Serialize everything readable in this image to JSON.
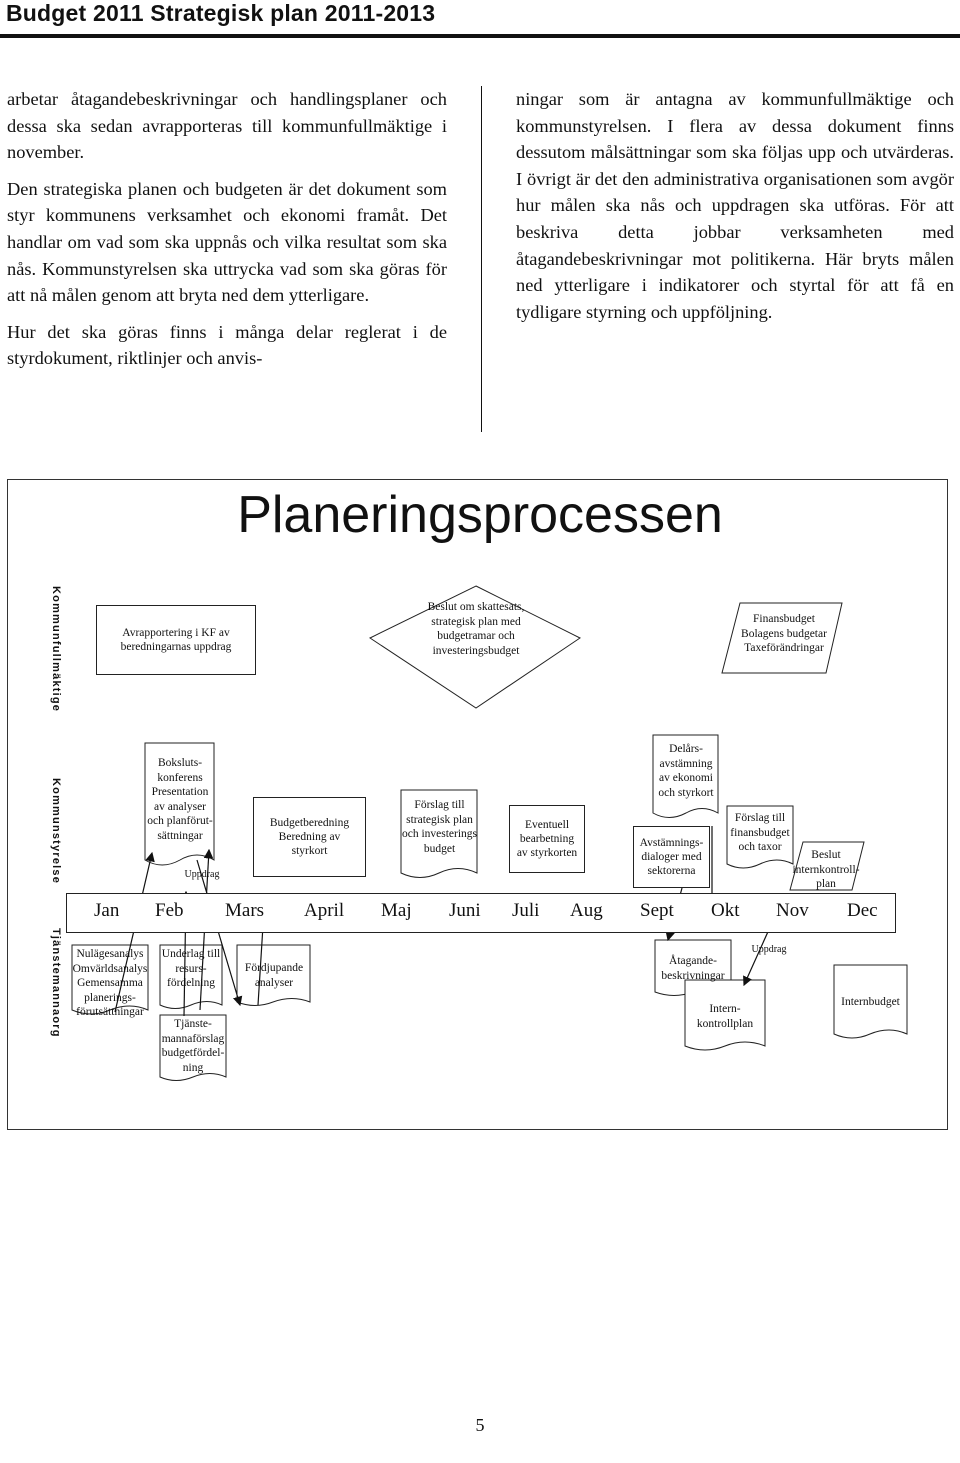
{
  "header": {
    "title": "Budget 2011 Strategisk plan 2011-2013"
  },
  "body_text": {
    "left_p1": "arbetar åtagandebeskrivningar och handlingsplaner och dessa ska sedan avrapporteras till kommunfullmäktige i november.",
    "left_p2": "Den strategiska planen och budgeten är det dokument som styr kommunens verksamhet och ekonomi framåt. Det handlar om vad som ska uppnås och vilka resultat som ska nås. Kommunstyrelsen ska uttrycka vad som ska göras för att nå målen genom att bryta ned dem ytterligare.",
    "left_p3": "Hur det ska göras finns i många delar reglerat i de styrdokument, riktlinjer och anvis-",
    "right_p1": "ningar som är antagna av kommunfullmäktige och kommunstyrelsen. I flera av dessa dokument finns dessutom målsättningar som ska följas upp och utvärderas. I övrigt är det den administrativa organisationen som avgör hur målen ska nås och uppdragen ska utföras. För att beskriva detta jobbar verksamheten med åtagandebeskrivningar mot politikerna. Här bryts målen ned ytterligare i indikatorer och styrtal för att få en tydligare styrning och uppföljning."
  },
  "diagram": {
    "title": "Planeringsprocessen",
    "lanes": [
      "Kommunfullmäktige",
      "Kommunstyrelse",
      "Tjänstemannaorg"
    ],
    "months": [
      "Jan",
      "Feb",
      "Mars",
      "April",
      "Maj",
      "Juni",
      "Juli",
      "Aug",
      "Sept",
      "Okt",
      "Nov",
      "Dec"
    ],
    "kf": {
      "avrapportering": "Avrapportering i KF av beredningarnas uppdrag",
      "beslut": "Beslut om skattesats, strategisk plan med budgetramar och investeringsbudget",
      "finansbudget": "Finansbudget Bolagens budgetar Taxeförändringar"
    },
    "ks": {
      "bokslut": "Boksluts-konferens Presentation av analyser och planförut-sättningar",
      "uppdrag1": "Uppdrag",
      "budgetberedning": "Budgetberedning Beredning av styrkort",
      "forslag_plan": "Förslag till strategisk plan och investerings budget",
      "eventuell": "Eventuell bearbetning av styrkorten",
      "delar": "Delårs-avstämning av ekonomi och styrkort",
      "avstamning": "Avstämnings-dialoger med sektorerna",
      "forslag_fin": "Förslag till finansbudget och taxor",
      "beslut_ik": "Beslut internkontroll-plan"
    },
    "tj": {
      "nulage": "Nulägesanalys Omvärldsanalys Gemensamma planerings-förutsättningar",
      "underlag": "Underlag till resurs-fördelning",
      "fordjupande": "Fördjupande analyser",
      "tjanste": "Tjänste-mannaförslag budgetfördel-ning",
      "ataganden": "Åtagande-beskrivningar",
      "uppdrag2": "Uppdrag",
      "internkontroll": "Intern-kontrollplan",
      "internbudget": "Internbudget"
    }
  },
  "page_number": "5"
}
